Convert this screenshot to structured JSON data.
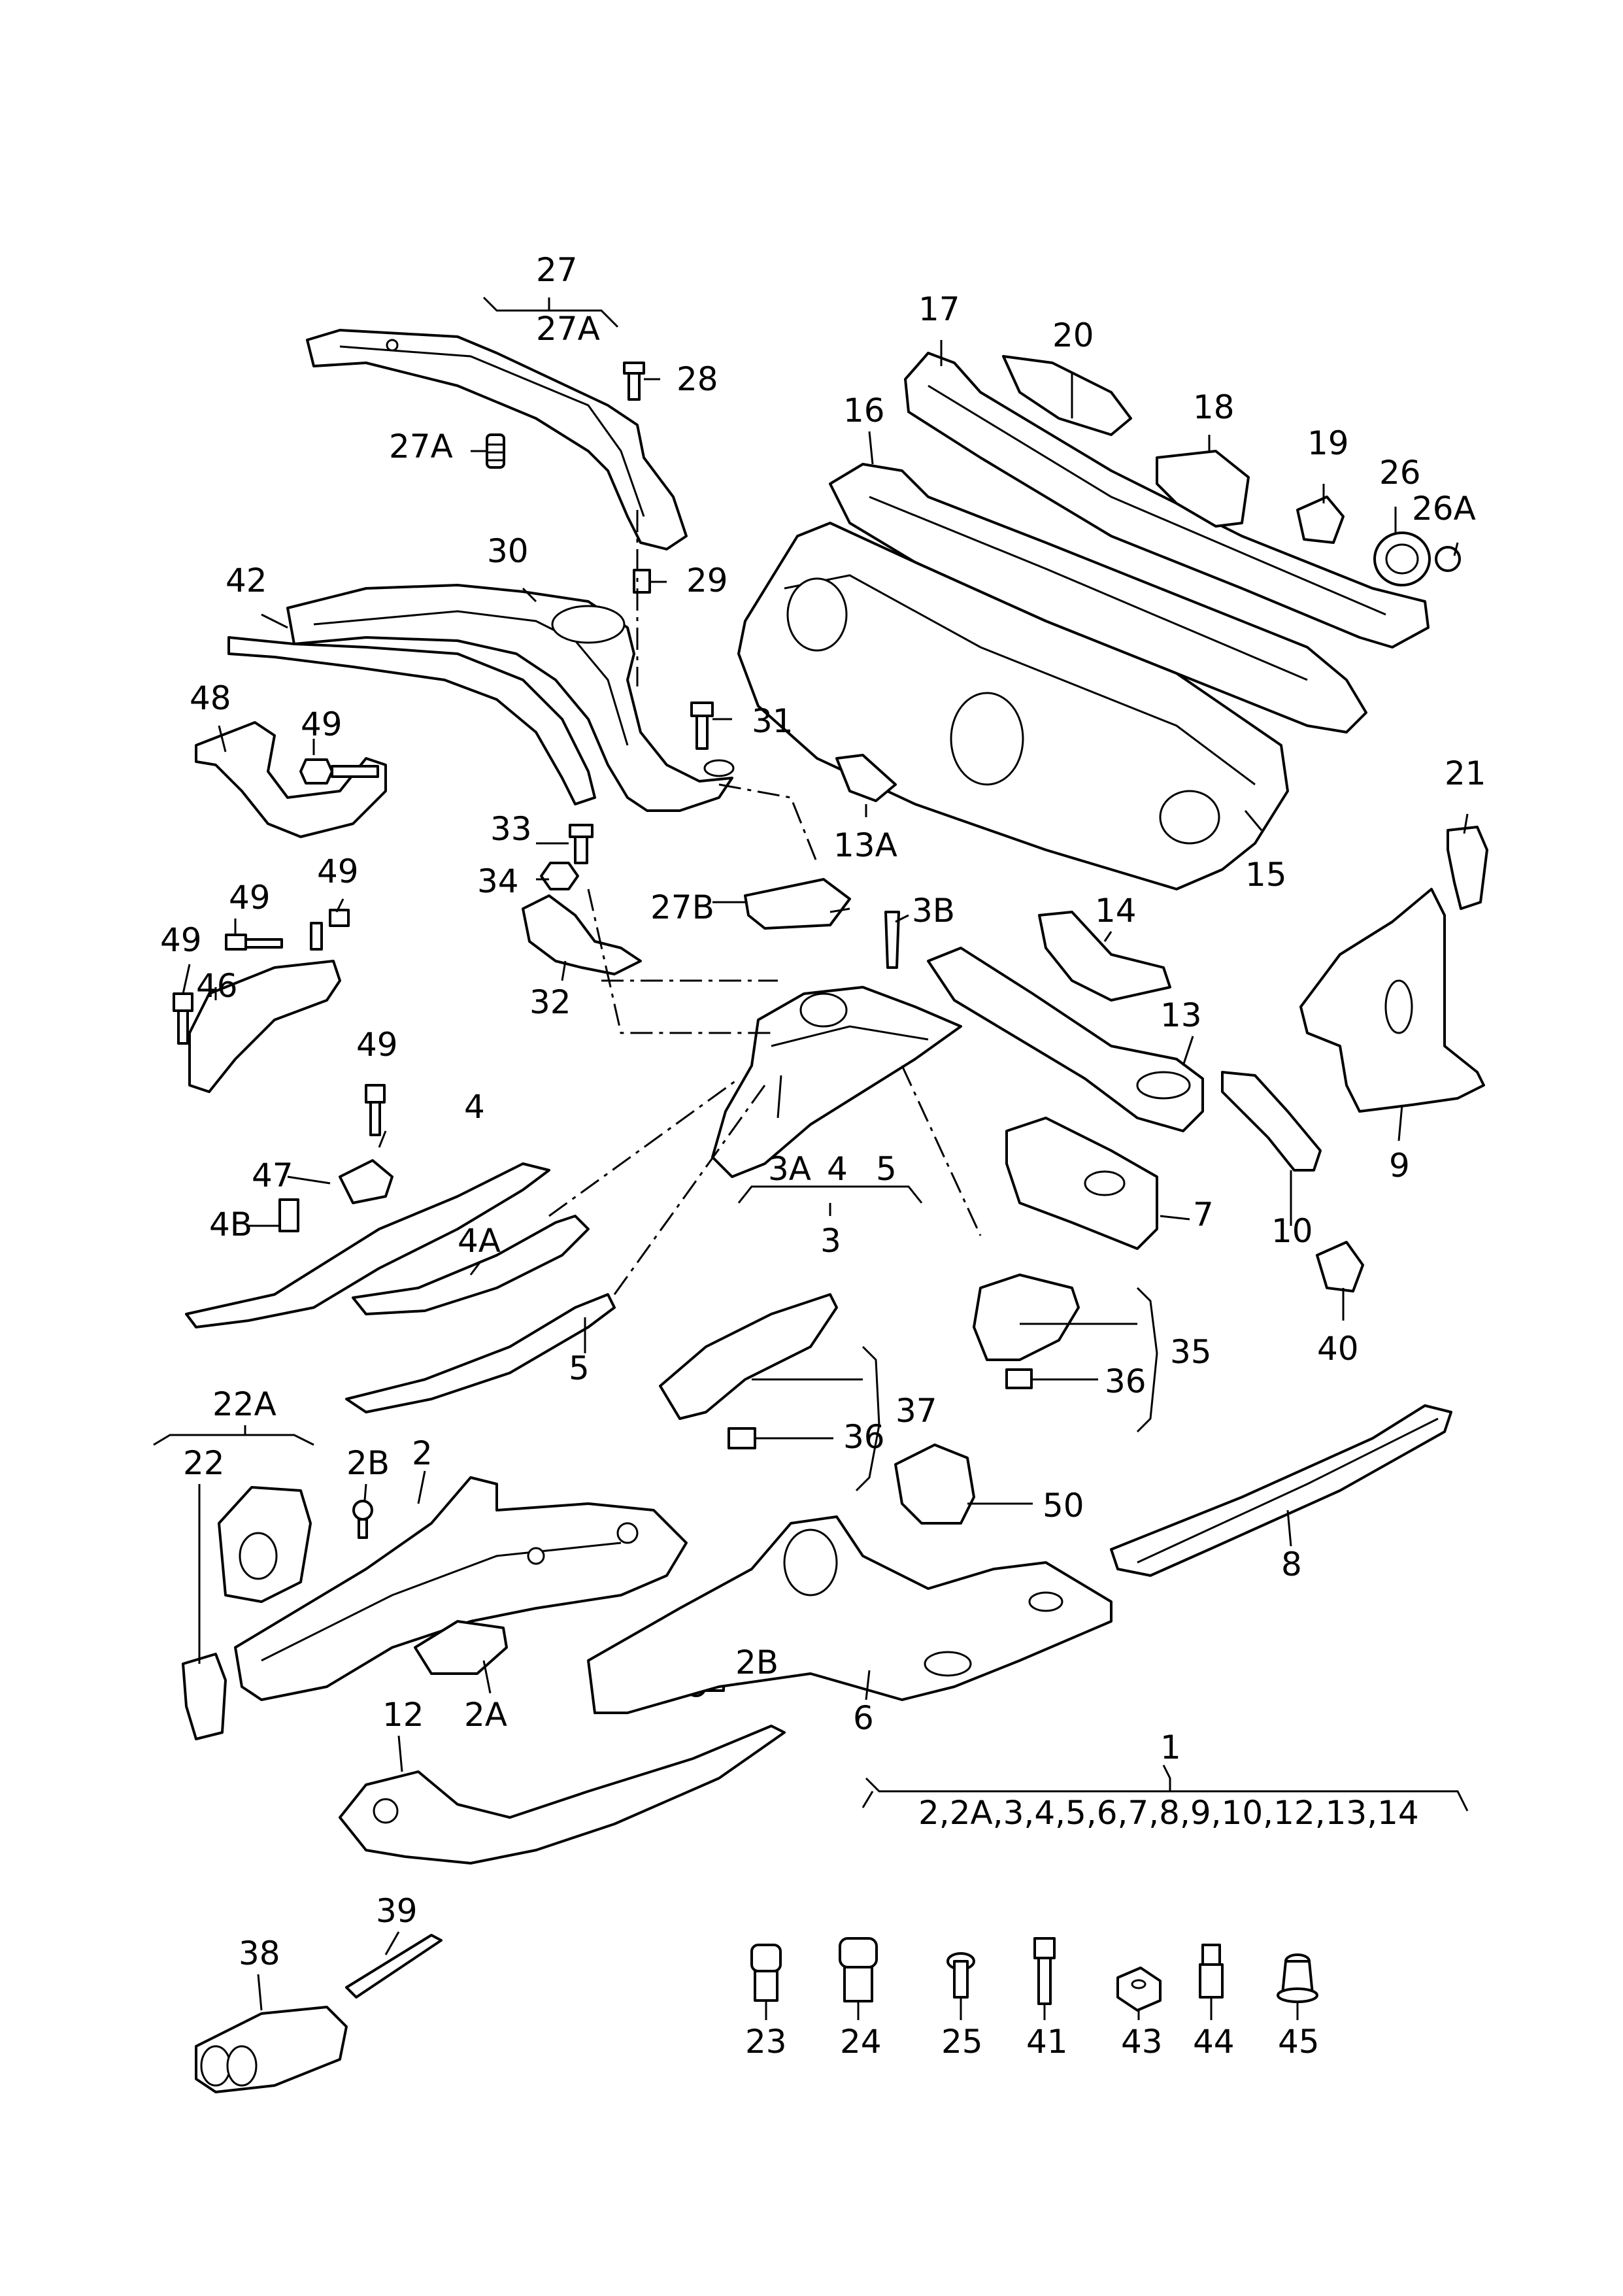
{
  "callouts": {
    "c1": "1",
    "c1_list": "2,2A,3,4,5,6,7,8,9,10,12,13,14",
    "c2": "2",
    "c2A": "2A",
    "c2B_a": "2B",
    "c2B_b": "2B",
    "c3": "3",
    "c3A": "3A",
    "c3_4": "4",
    "c3_5": "5",
    "c3B": "3B",
    "c4": "4",
    "c4A": "4A",
    "c4B": "4B",
    "c5": "5",
    "c6": "6",
    "c7": "7",
    "c8": "8",
    "c9": "9",
    "c10": "10",
    "c12": "12",
    "c13": "13",
    "c13A": "13A",
    "c14": "14",
    "c15": "15",
    "c16": "16",
    "c17": "17",
    "c18": "18",
    "c19": "19",
    "c20": "20",
    "c21": "21",
    "c22": "22",
    "c22A": "22A",
    "c23": "23",
    "c24": "24",
    "c25": "25",
    "c26": "26",
    "c26A": "26A",
    "c27": "27",
    "c27A_top": "27A",
    "c27A": "27A",
    "c27B": "27B",
    "c28": "28",
    "c29": "29",
    "c30": "30",
    "c31": "31",
    "c32": "32",
    "c33": "33",
    "c34": "34",
    "c35": "35",
    "c36_a": "36",
    "c36_b": "36",
    "c37": "37",
    "c38": "38",
    "c39": "39",
    "c40": "40",
    "c41": "41",
    "c42": "42",
    "c43": "43",
    "c44": "44",
    "c45": "45",
    "c46": "46",
    "c47": "47",
    "c48": "48",
    "c49_a": "49",
    "c49_b": "49",
    "c49_c": "49",
    "c49_d": "49",
    "c49_e": "49",
    "c50": "50"
  }
}
